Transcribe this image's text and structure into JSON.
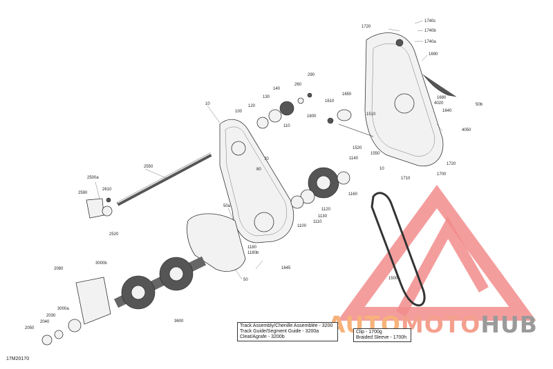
{
  "diagram_id": "17M20170",
  "legend_left": [
    "Track Assembly/Chenille Assemblée - 3200",
    "Track Guide/Segment Guide - 3200a",
    "Cleat/Agrafe - 3200b"
  ],
  "legend_right": [
    "Clip - 1700g",
    "Braided Sleeve - 1700h"
  ],
  "watermark": {
    "part1": "AUTO",
    "part2": "MOTO",
    "part3": "HUB",
    "color1": "#f6b27a",
    "color2": "#f4a08e",
    "color3": "#9a9a9a"
  },
  "callouts": [
    {
      "id": "cl-1720",
      "text": "1720"
    },
    {
      "id": "cl-1740c",
      "text": "1740c"
    },
    {
      "id": "cl-1740b",
      "text": "1740b"
    },
    {
      "id": "cl-1740a",
      "text": "1740a"
    },
    {
      "id": "cl-1690",
      "text": "1690"
    },
    {
      "id": "cl-1680",
      "text": "1680"
    },
    {
      "id": "cl-4020",
      "text": "4020"
    },
    {
      "id": "cl-1640",
      "text": "1640"
    },
    {
      "id": "cl-50b",
      "text": "50b"
    },
    {
      "id": "cl-4050",
      "text": "4050"
    },
    {
      "id": "cl-290",
      "text": "290"
    },
    {
      "id": "cl-260",
      "text": "260"
    },
    {
      "id": "cl-140",
      "text": "140"
    },
    {
      "id": "cl-130",
      "text": "130"
    },
    {
      "id": "cl-120",
      "text": "120"
    },
    {
      "id": "cl-110",
      "text": "110"
    },
    {
      "id": "cl-100",
      "text": "100"
    },
    {
      "id": "cl-10",
      "text": "10"
    },
    {
      "id": "cl-1650",
      "text": "1650"
    },
    {
      "id": "cl-1610",
      "text": "1610"
    },
    {
      "id": "cl-1600",
      "text": "1600"
    },
    {
      "id": "cl-1510",
      "text": "1510"
    },
    {
      "id": "cl-1520",
      "text": "1520"
    },
    {
      "id": "cl-1550",
      "text": "1550"
    },
    {
      "id": "cl-10b",
      "text": "10"
    },
    {
      "id": "cl-1710",
      "text": "1710"
    },
    {
      "id": "cl-1700",
      "text": "1700"
    },
    {
      "id": "cl-1720b",
      "text": "1720"
    },
    {
      "id": "cl-70",
      "text": "70"
    },
    {
      "id": "cl-80",
      "text": "80"
    },
    {
      "id": "cl-1140",
      "text": "1140"
    },
    {
      "id": "cl-1160",
      "text": "1160"
    },
    {
      "id": "cl-1130",
      "text": "1130"
    },
    {
      "id": "cl-1120",
      "text": "1120"
    },
    {
      "id": "cl-1110",
      "text": "1110"
    },
    {
      "id": "cl-1100",
      "text": "1100"
    },
    {
      "id": "cl-2550",
      "text": "2550"
    },
    {
      "id": "cl-2500a",
      "text": "2500a"
    },
    {
      "id": "cl-2590",
      "text": "2590"
    },
    {
      "id": "cl-2610",
      "text": "2610"
    },
    {
      "id": "cl-2520",
      "text": "2520"
    },
    {
      "id": "cl-50a",
      "text": "50a"
    },
    {
      "id": "cl-1180",
      "text": "1180"
    },
    {
      "id": "cl-1180b",
      "text": "1180b"
    },
    {
      "id": "cl-1645",
      "text": "1645"
    },
    {
      "id": "cl-50",
      "text": "50"
    },
    {
      "id": "cl-1500",
      "text": "1500"
    },
    {
      "id": "cl-2080",
      "text": "2080"
    },
    {
      "id": "cl-3000b",
      "text": "3000b"
    },
    {
      "id": "cl-3000a",
      "text": "3000a"
    },
    {
      "id": "cl-2030",
      "text": "2030"
    },
    {
      "id": "cl-2040",
      "text": "2040"
    },
    {
      "id": "cl-2050",
      "text": "2050"
    },
    {
      "id": "cl-3600",
      "text": "3600"
    }
  ]
}
